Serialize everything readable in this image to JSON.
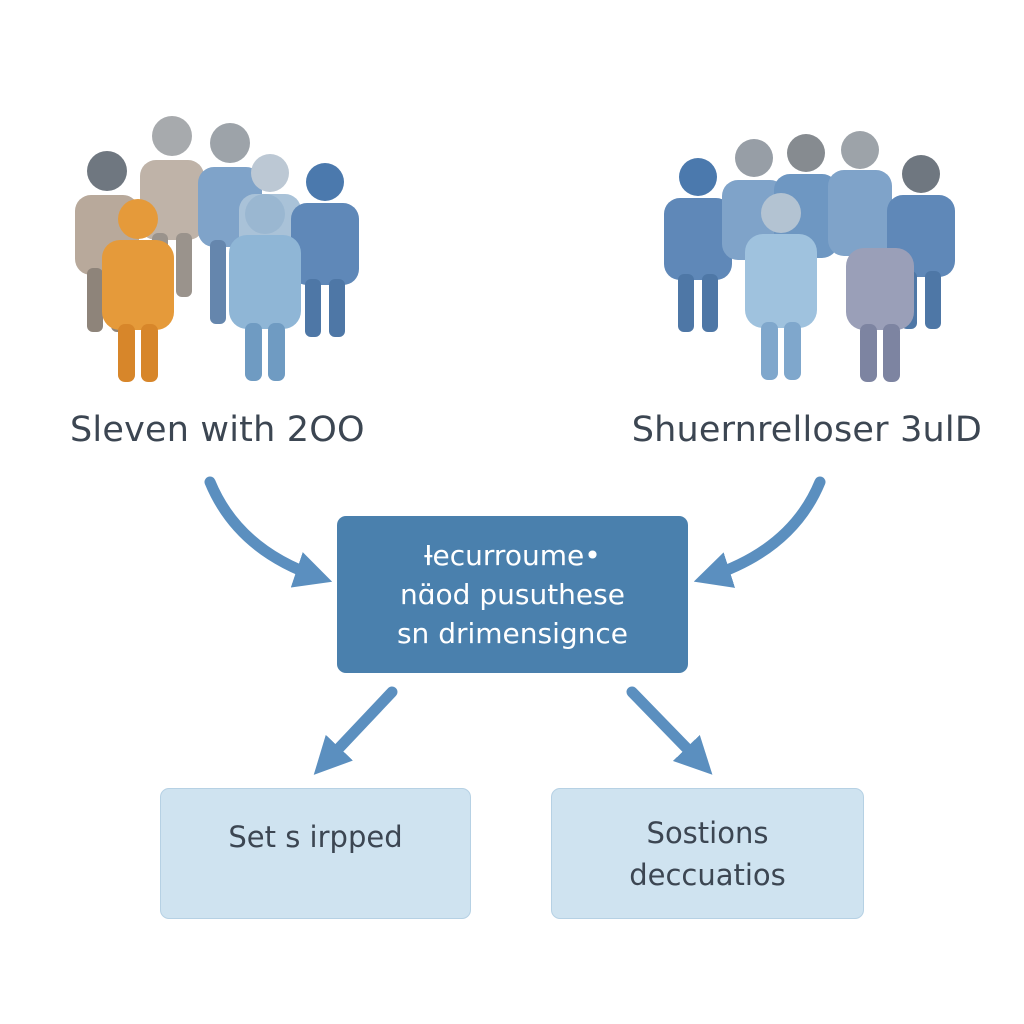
{
  "groups": {
    "left": {
      "label": "Sleven with 2OO"
    },
    "right": {
      "label": "Shuernrelloser 3ulD"
    }
  },
  "center_box": {
    "lines": [
      "Ɨecurroume•",
      "nɑ̈od pusuthese",
      "sn drimensignce"
    ]
  },
  "outputs": {
    "left": {
      "lines": [
        "Set s irpped"
      ]
    },
    "right": {
      "lines": [
        "Sostions",
        "deccuatios"
      ]
    }
  },
  "colors": {
    "accent": "#4a80ad",
    "arrow": "#5b8fbf",
    "box_light": "#cfe3f0",
    "text": "#3c4652",
    "person_orange": "#e59a3a",
    "person_gray": "#9aa0a6",
    "person_blue": "#5f88b8",
    "person_light_blue": "#8fb6d6"
  },
  "icons": {
    "left_group": "people-group-icon",
    "right_group": "people-group-icon",
    "arrow": "arrow-icon"
  }
}
